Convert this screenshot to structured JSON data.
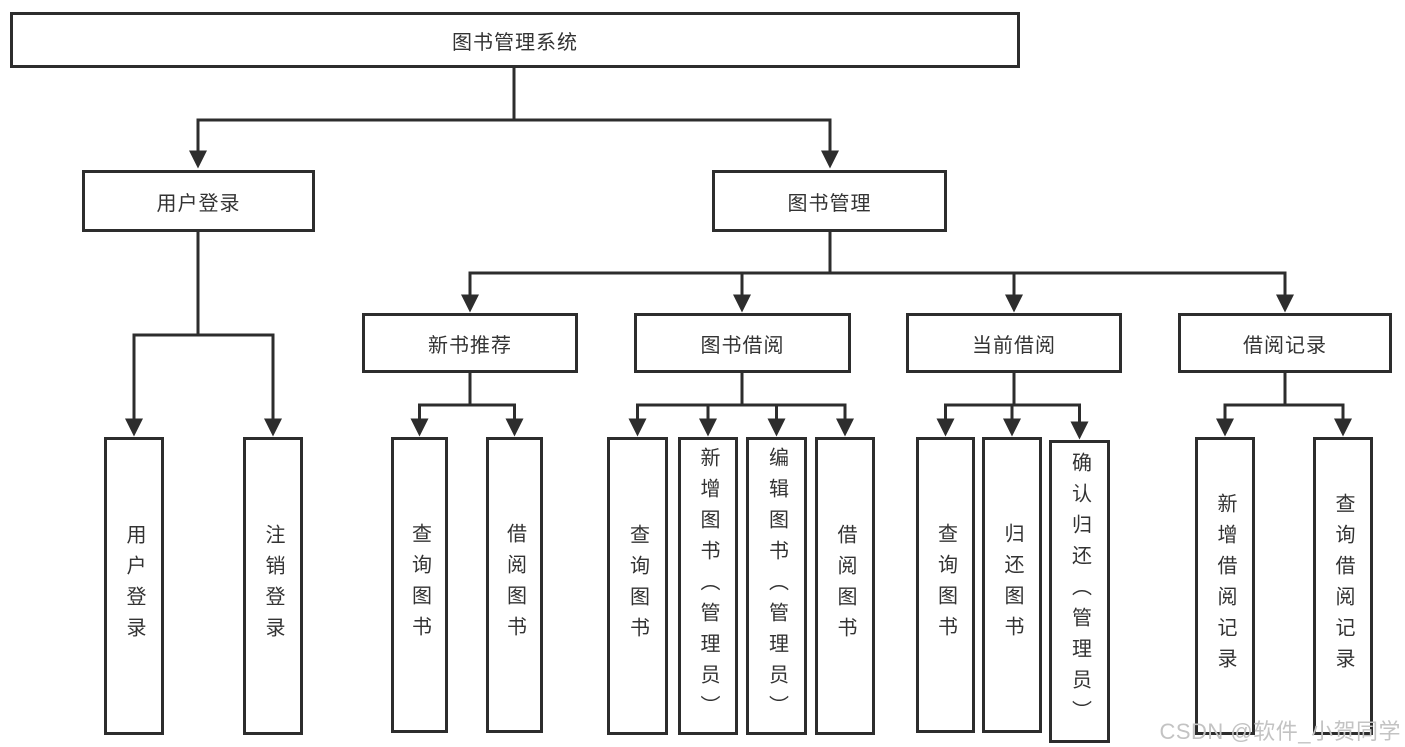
{
  "diagram_title": "图书管理系统",
  "tree": {
    "root": {
      "label": "图书管理系统"
    },
    "branches": [
      {
        "label": "用户登录",
        "children": [
          {
            "label": "用户登录"
          },
          {
            "label": "注销登录"
          }
        ]
      },
      {
        "label": "图书管理",
        "children": [
          {
            "label": "新书推荐",
            "children": [
              {
                "label": "查询图书"
              },
              {
                "label": "借阅图书"
              }
            ]
          },
          {
            "label": "图书借阅",
            "children": [
              {
                "label": "查询图书"
              },
              {
                "label": "新增图书（管理员）"
              },
              {
                "label": "编辑图书（管理员）"
              },
              {
                "label": "借阅图书"
              }
            ]
          },
          {
            "label": "当前借阅",
            "children": [
              {
                "label": "查询图书"
              },
              {
                "label": "归还图书"
              },
              {
                "label": "确认归还（管理员）"
              }
            ]
          },
          {
            "label": "借阅记录",
            "children": [
              {
                "label": "新增借阅记录"
              },
              {
                "label": "查询借阅记录"
              }
            ]
          }
        ]
      }
    ]
  },
  "watermark": {
    "text": "CSDN @软件_小贺同学"
  },
  "colors": {
    "line": "#2d2d2d",
    "box_border": "#2d2d2d",
    "text": "#333333",
    "watermark": "#c3c3c3",
    "background": "#ffffff"
  }
}
